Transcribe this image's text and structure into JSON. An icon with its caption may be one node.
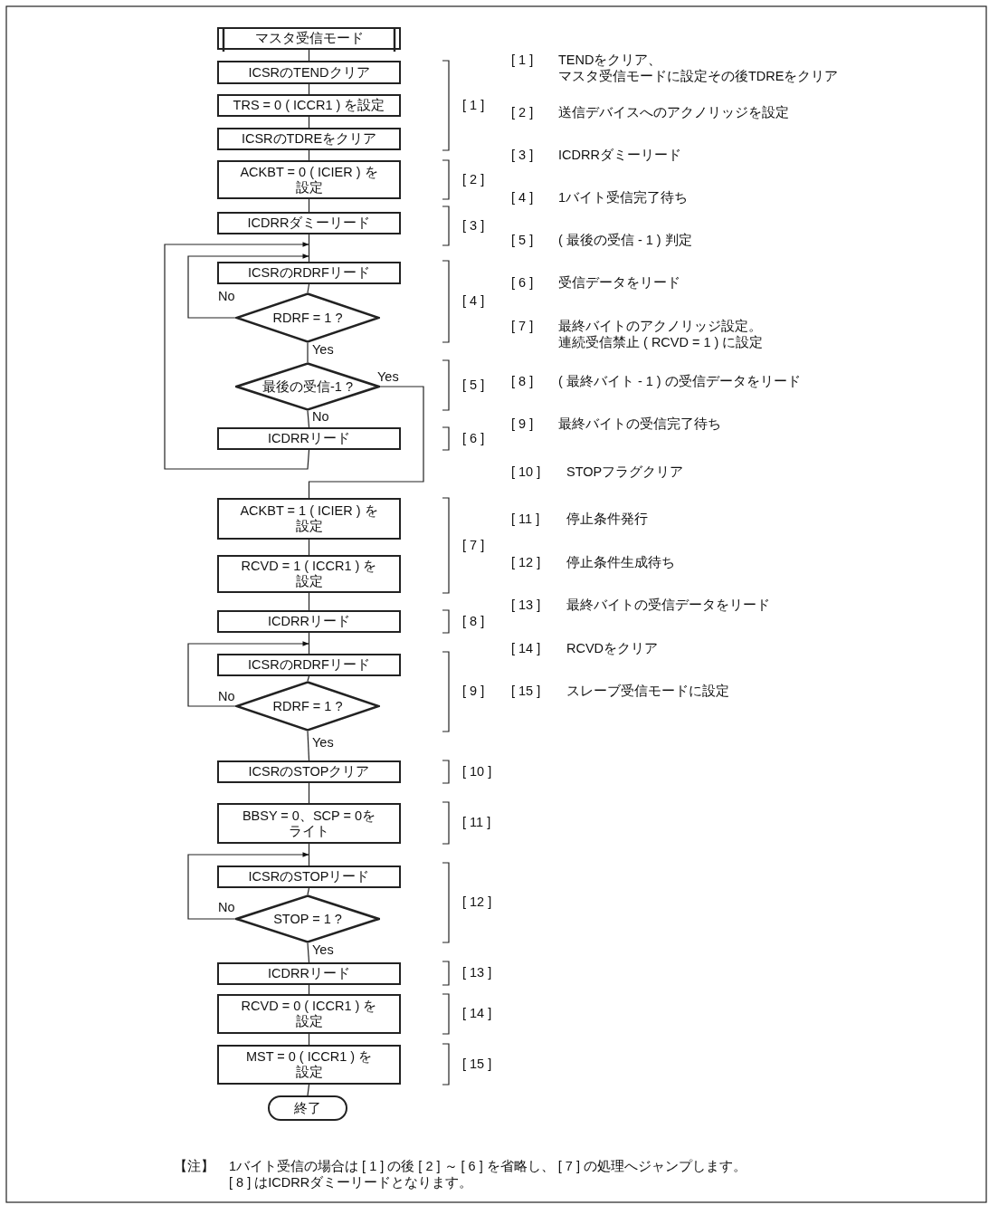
{
  "diagram": {
    "nodes": [
      {
        "text": [
          "マスタ受信モード"
        ]
      },
      {
        "text": [
          "ICSRのTENDクリア"
        ]
      },
      {
        "text": [
          "TRS = 0 ( ICCR1 ) を設定"
        ]
      },
      {
        "text": [
          "ICSRのTDREをクリア"
        ]
      },
      {
        "text": [
          "ACKBT = 0 ( ICIER ) を設定"
        ]
      },
      {
        "text": [
          "ICDRRダミーリード"
        ]
      },
      {
        "text": [
          "ICSRのRDRFリード"
        ]
      },
      {
        "text": [
          "RDRF = 1 ?"
        ]
      },
      {
        "text": [
          "最後の受信-1 ?"
        ]
      },
      {
        "text": [
          "ICDRRリード"
        ]
      },
      {
        "text": [
          "ACKBT = 1 ( ICIER ) を設定"
        ]
      },
      {
        "text": [
          "RCVD = 1 ( ICCR1 ) を設定"
        ]
      },
      {
        "text": [
          "ICDRRリード"
        ]
      },
      {
        "text": [
          "ICSRのRDRFリード"
        ]
      },
      {
        "text": [
          "RDRF = 1 ?"
        ]
      },
      {
        "text": [
          "ICSRのSTOPクリア"
        ]
      },
      {
        "text": [
          "BBSY = 0、SCP = 0をライト"
        ]
      },
      {
        "text": [
          "ICSRのSTOPリード"
        ]
      },
      {
        "text": [
          "STOP = 1 ?"
        ]
      },
      {
        "text": [
          "ICDRRリード"
        ]
      },
      {
        "text": [
          "RCVD = 0 ( ICCR1 ) を設定"
        ]
      },
      {
        "text": [
          "MST = 0 ( ICCR1 ) を設定"
        ]
      },
      {
        "text": [
          "終了"
        ]
      }
    ],
    "edges": [
      {
        "from": 0,
        "to": 1,
        "arrow": "none"
      },
      {
        "from": 1,
        "to": 2,
        "arrow": "none"
      },
      {
        "from": 2,
        "to": 3,
        "arrow": "none"
      },
      {
        "from": 3,
        "to": 4,
        "arrow": "none"
      },
      {
        "from": 4,
        "to": 5,
        "arrow": "none"
      },
      {
        "from": 5,
        "to": 6,
        "arrow": "none"
      },
      {
        "from": 6,
        "to": 7,
        "arrow": "none"
      },
      {
        "from": 7,
        "to": 6,
        "arrow": "to",
        "label": "No"
      },
      {
        "from": 7,
        "to": 8,
        "arrow": "none",
        "label": "Yes"
      },
      {
        "from": 8,
        "to": 9,
        "arrow": "none",
        "label": "No"
      },
      {
        "from": 9,
        "to": 6,
        "arrow": "to"
      },
      {
        "from": 8,
        "to": 10,
        "arrow": "none",
        "label": "Yes"
      },
      {
        "from": 10,
        "to": 11,
        "arrow": "none"
      },
      {
        "from": 11,
        "to": 12,
        "arrow": "none"
      },
      {
        "from": 12,
        "to": 13,
        "arrow": "none"
      },
      {
        "from": 13,
        "to": 14,
        "arrow": "none"
      },
      {
        "from": 14,
        "to": 13,
        "arrow": "to",
        "label": "No"
      },
      {
        "from": 14,
        "to": 15,
        "arrow": "none",
        "label": "Yes"
      },
      {
        "from": 15,
        "to": 16,
        "arrow": "none"
      },
      {
        "from": 16,
        "to": 17,
        "arrow": "none"
      },
      {
        "from": 17,
        "to": 18,
        "arrow": "none"
      },
      {
        "from": 18,
        "to": 17,
        "arrow": "to",
        "label": "No"
      },
      {
        "from": 18,
        "to": 19,
        "arrow": "none",
        "label": "Yes"
      },
      {
        "from": 19,
        "to": 20,
        "arrow": "none"
      },
      {
        "from": 20,
        "to": 21,
        "arrow": "none"
      },
      {
        "from": 21,
        "to": 22,
        "arrow": "none"
      }
    ],
    "labels": [
      "[ 1 ]",
      "[ 2 ]",
      "[ 3 ]",
      "[ 4 ]",
      "[ 5 ]",
      "[ 6 ]",
      "[ 7 ]",
      "[ 8 ]",
      "[ 9 ]",
      "[ 10 ]",
      "[ 11 ]",
      "[ 12 ]",
      "[ 13 ]",
      "[ 14 ]",
      "[ 15 ]",
      "[ 1 ]",
      "TENDをクリア、マスタ受信モードに設定その後TDREをクリア",
      "[ 2 ]",
      "送信デバイスへのアクノリッジを設定",
      "[ 3 ]",
      "ICDRRダミーリード",
      "[ 4 ]",
      "1バイト受信完了待ち",
      "[ 5 ]",
      "( 最後の受信 - 1 ) 判定",
      "[ 6 ]",
      "受信データをリード",
      "[ 7 ]",
      "最終バイトのアクノリッジ設定。連続受信禁止 ( RCVD = 1 ) に設定",
      "[ 8 ]",
      "( 最終バイト - 1 ) の受信データをリード",
      "[ 9 ]",
      "最終バイトの受信完了待ち",
      "[ 10 ]",
      "STOPフラグクリア",
      "[ 11 ]",
      "停止条件発行",
      "[ 12 ]",
      "停止条件生成待ち",
      "[ 13 ]",
      "最終バイトの受信データをリード",
      "[ 14 ]",
      "RCVDをクリア",
      "[ 15 ]",
      "スレーブ受信モードに設定",
      "【注】",
      "1バイト受信の場合は [ 1 ] の後 [ 2 ] ～ [ 6 ] を省略し、 [ 7 ] の処理へジャンプします。",
      "[ 8 ] はICDRRダミーリードとなります。"
    ]
  }
}
